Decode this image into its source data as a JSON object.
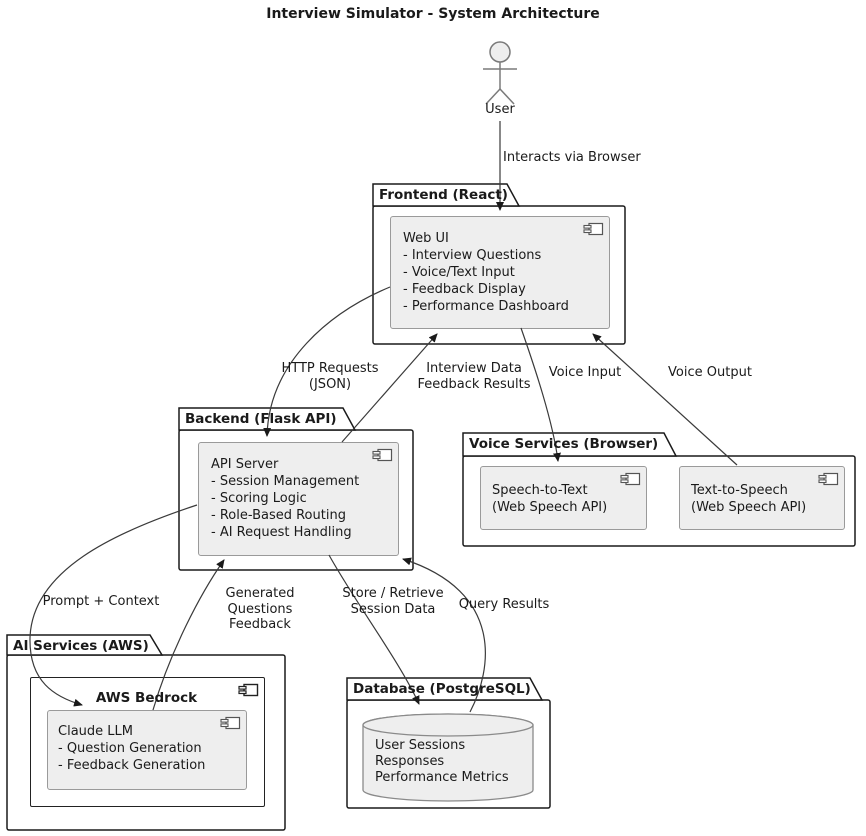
{
  "title": "Interview Simulator - System Architecture",
  "colors": {
    "background": "#ffffff",
    "package_fill": "#ffffff",
    "package_border": "#1a1a1a",
    "component_fill": "#eeeeee",
    "component_border": "#9a9a9a",
    "line": "#3a3a3a"
  },
  "actor": {
    "label": "User"
  },
  "packages": {
    "frontend": {
      "label": "Frontend (React)"
    },
    "backend": {
      "label": "Backend (Flask API)"
    },
    "voice": {
      "label": "Voice Services (Browser)"
    },
    "ai": {
      "label": "AI Services (AWS)"
    },
    "database": {
      "label": "Database (PostgreSQL)"
    }
  },
  "components": {
    "web_ui": {
      "icon": "component-icon",
      "text": "Web UI\n- Interview Questions\n- Voice/Text Input\n- Feedback Display\n- Performance Dashboard"
    },
    "api_server": {
      "icon": "component-icon",
      "text": "API Server\n- Session Management\n- Scoring Logic\n- Role-Based Routing\n- AI Request Handling"
    },
    "speech_to_text": {
      "icon": "component-icon",
      "text": "Speech-to-Text\n(Web Speech API)"
    },
    "text_to_speech": {
      "icon": "component-icon",
      "text": "Text-to-Speech\n(Web Speech API)"
    },
    "aws_bedrock": {
      "icon": "component-icon",
      "title": "AWS Bedrock"
    },
    "claude_llm": {
      "icon": "component-icon",
      "text": "Claude LLM\n- Question Generation\n- Feedback Generation"
    },
    "database_store": {
      "icon": "database-cylinder",
      "text": "User Sessions\nResponses\nPerformance Metrics"
    }
  },
  "edges": {
    "interacts": {
      "label": "Interacts via Browser"
    },
    "http_requests": {
      "label": "HTTP Requests\n(JSON)"
    },
    "interview_data": {
      "label": "Interview Data\nFeedback Results"
    },
    "voice_input": {
      "label": "Voice Input"
    },
    "voice_output": {
      "label": "Voice Output"
    },
    "prompt_context": {
      "label": "Prompt + Context"
    },
    "generated_questions": {
      "label": "Generated Questions\nFeedback"
    },
    "store_retrieve": {
      "label": "Store / Retrieve\nSession Data"
    },
    "query_results": {
      "label": "Query Results"
    }
  }
}
